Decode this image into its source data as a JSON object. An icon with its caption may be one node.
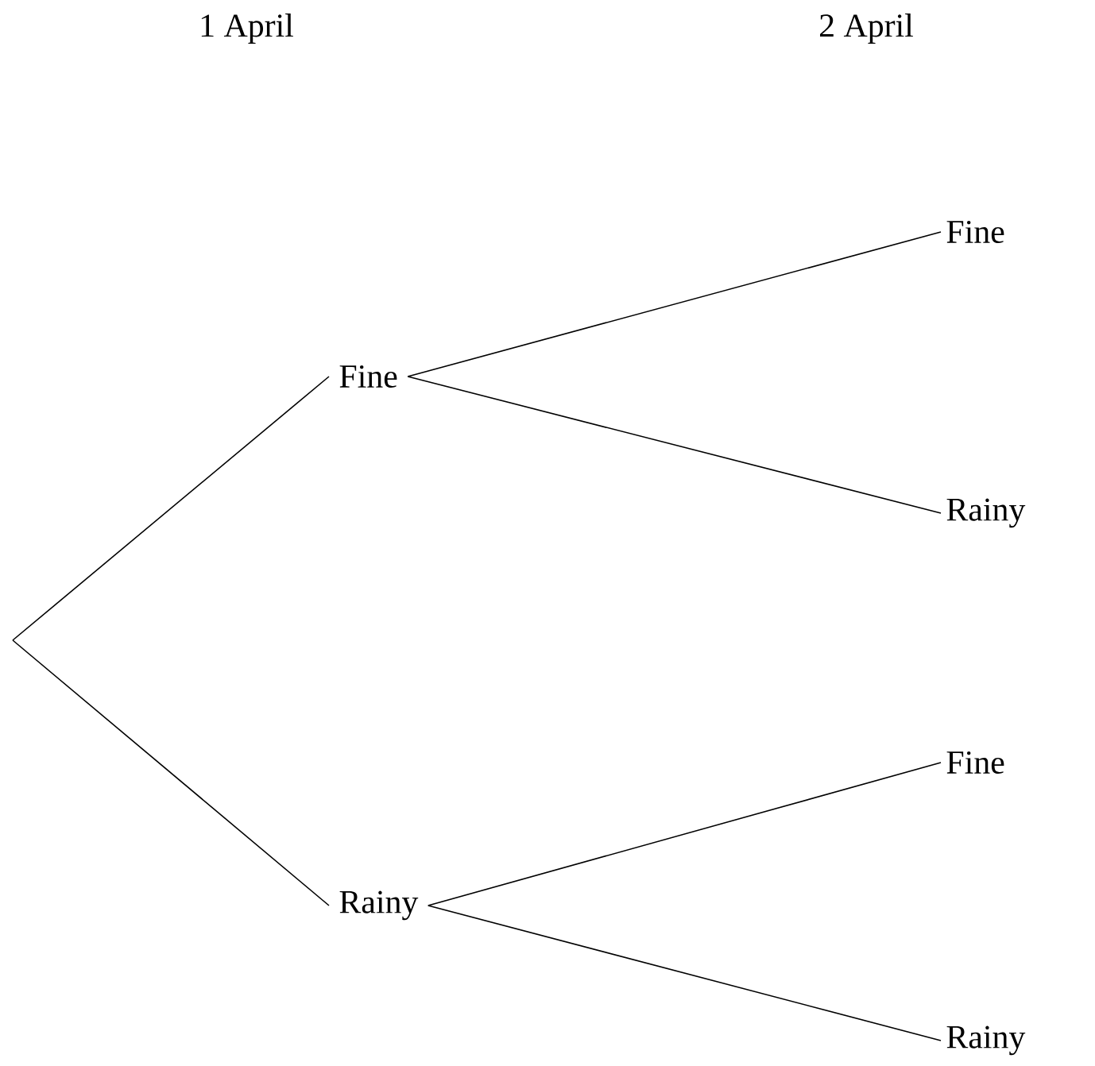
{
  "diagram": {
    "nodes": [
      {
        "text": [
          "Fine"
        ]
      },
      {
        "text": [
          "Rainy"
        ]
      },
      {
        "text": [
          "Fine"
        ]
      },
      {
        "text": [
          "Rainy"
        ]
      },
      {
        "text": [
          "Fine"
        ]
      },
      {
        "text": [
          "Rainy"
        ]
      }
    ],
    "edges": [
      {
        "from": null,
        "to": 0,
        "arrow": "none"
      },
      {
        "from": null,
        "to": 1,
        "arrow": "none"
      },
      {
        "from": 0,
        "to": 2,
        "arrow": "none"
      },
      {
        "from": 0,
        "to": 3,
        "arrow": "none"
      },
      {
        "from": 1,
        "to": 4,
        "arrow": "none"
      },
      {
        "from": 1,
        "to": 5,
        "arrow": "none"
      }
    ],
    "labels": [
      "1 April",
      "2 April"
    ]
  }
}
